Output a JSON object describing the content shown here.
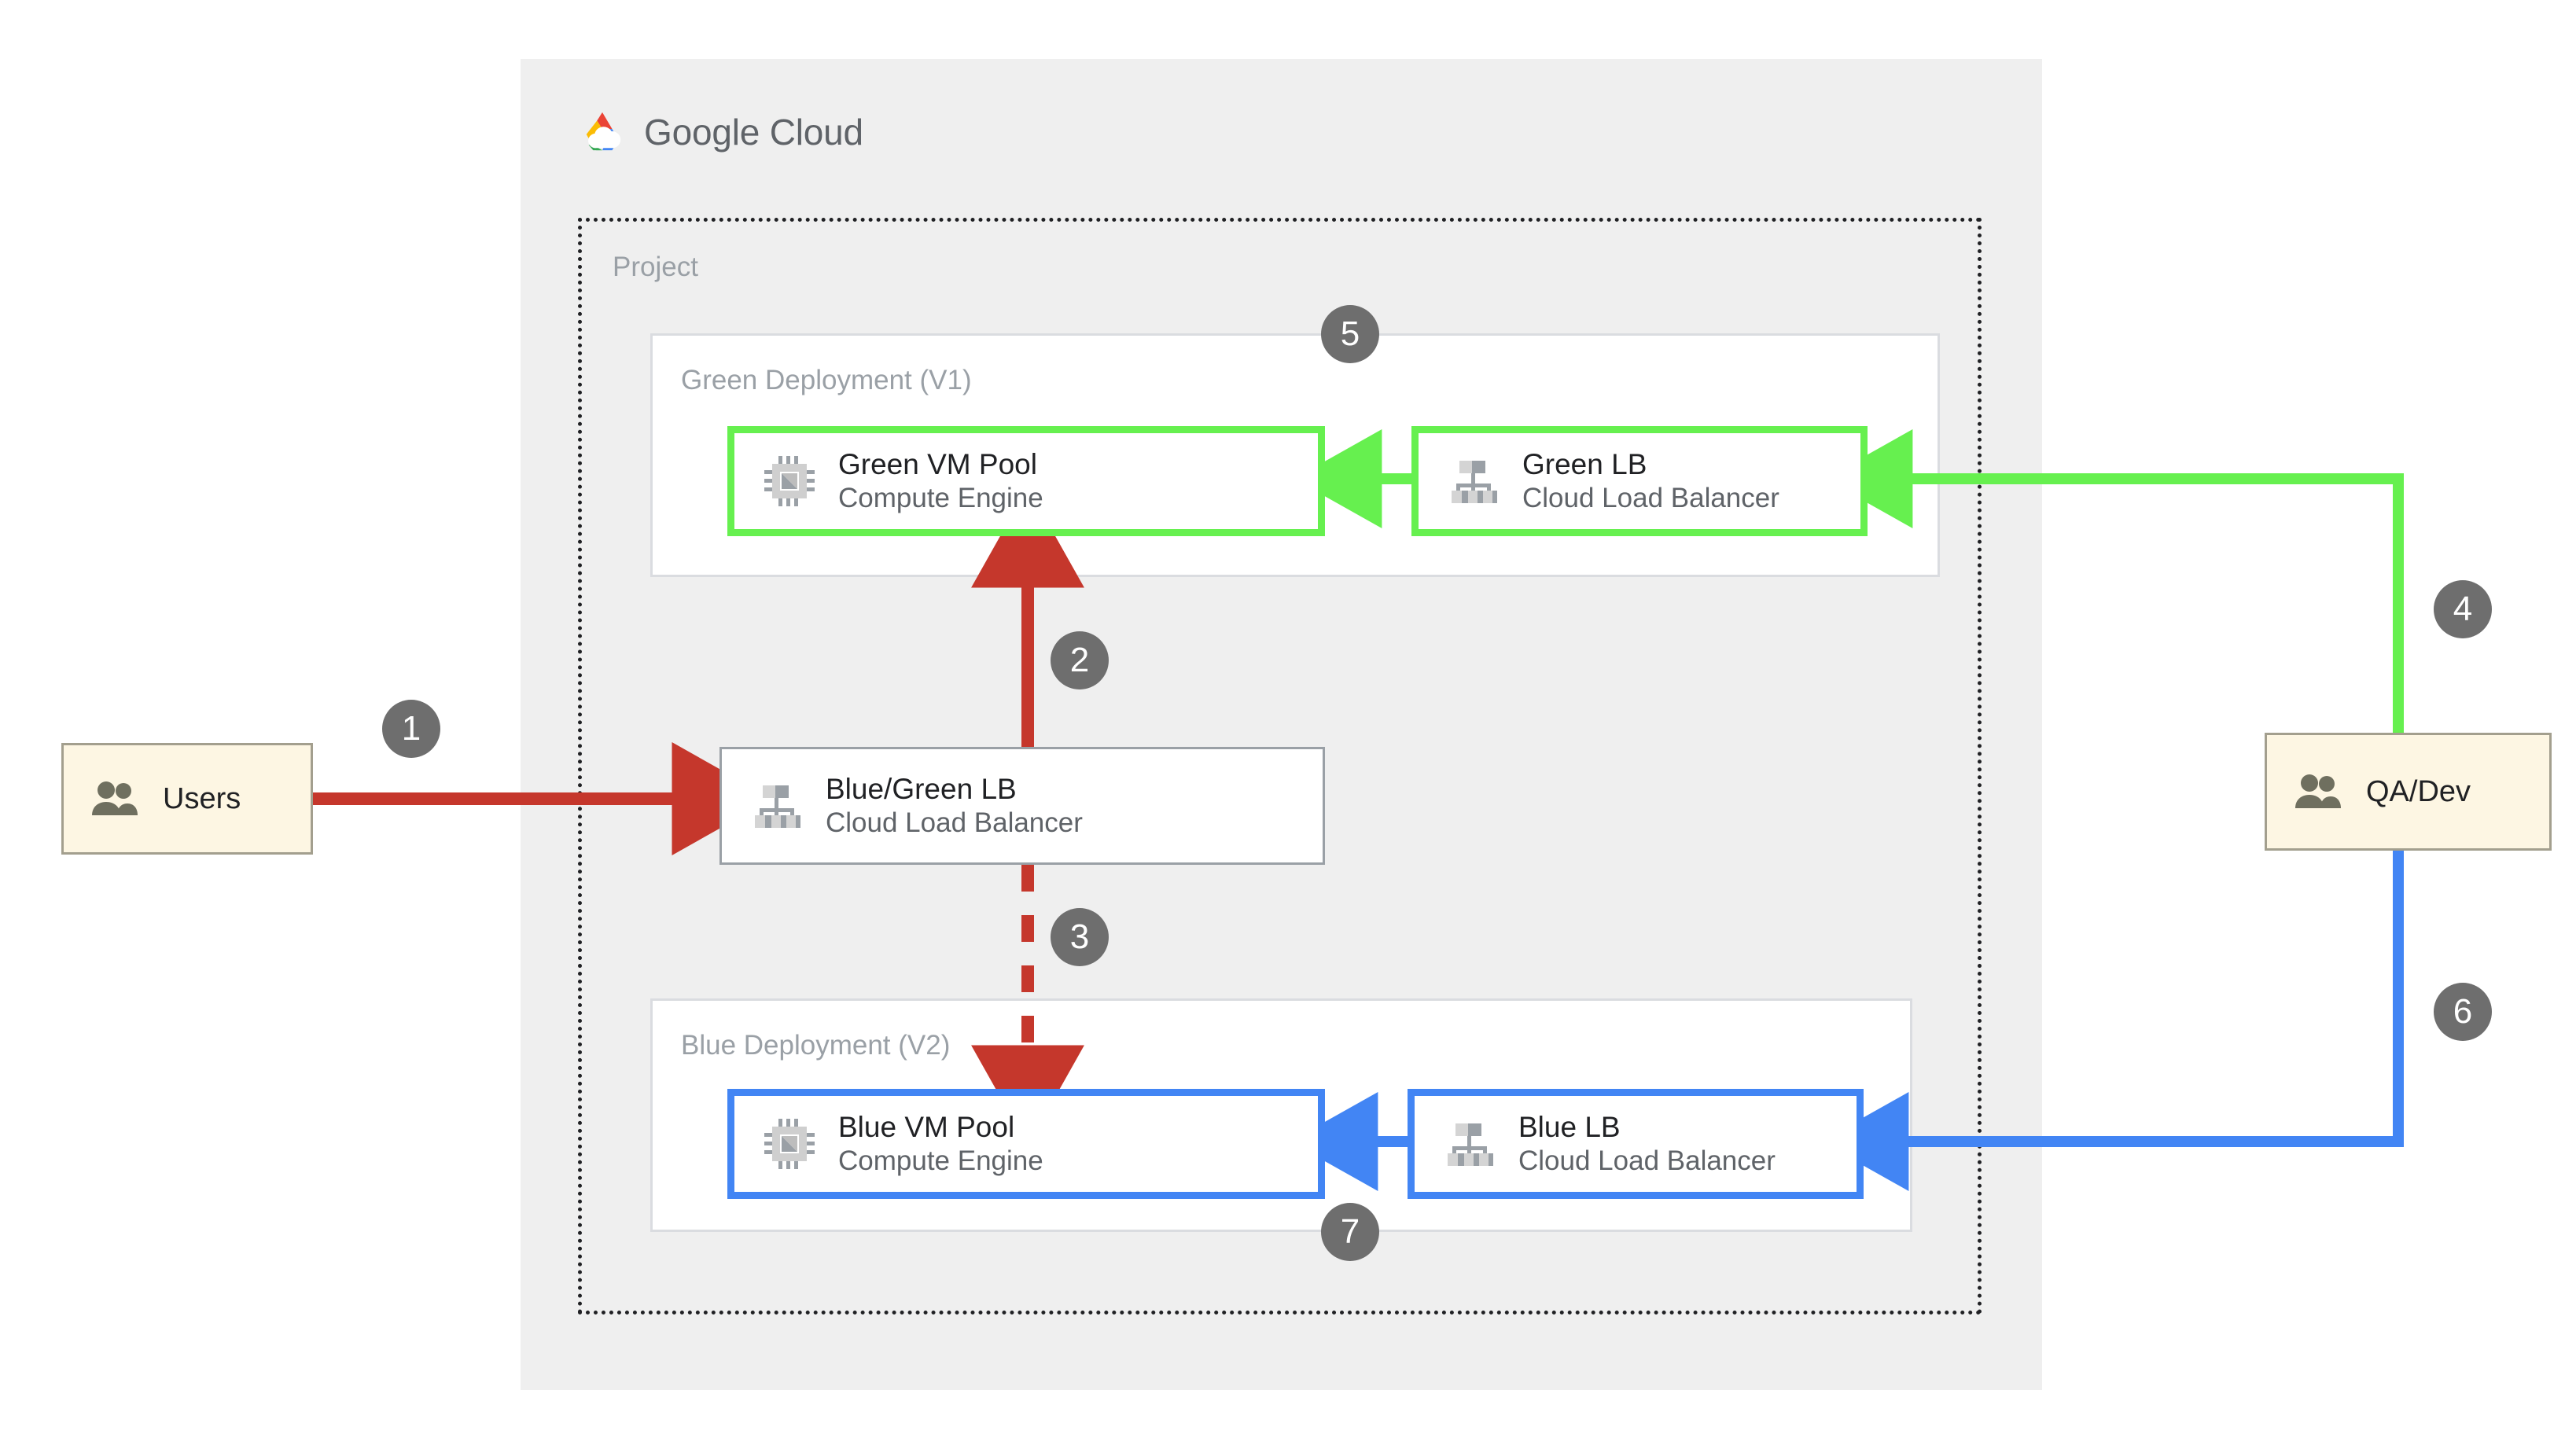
{
  "brand": {
    "name_bold": "Google",
    "name_light": " Cloud",
    "logo_icon": "google-cloud-logo-icon"
  },
  "project": {
    "label": "Project"
  },
  "groups": {
    "green": {
      "label": "Green Deployment (V1)"
    },
    "blue": {
      "label": "Blue Deployment (V2)"
    }
  },
  "nodes": {
    "users": {
      "title": "Users",
      "sub": "",
      "icon": "people-icon"
    },
    "qa_dev": {
      "title": "QA/Dev",
      "sub": "",
      "icon": "people-icon"
    },
    "bg_lb": {
      "title": "Blue/Green LB",
      "sub": "Cloud Load Balancer",
      "icon": "load-balancer-icon"
    },
    "green_vm": {
      "title": "Green VM Pool",
      "sub": "Compute Engine",
      "icon": "compute-engine-icon"
    },
    "green_lb": {
      "title": "Green LB",
      "sub": "Cloud Load Balancer",
      "icon": "load-balancer-icon"
    },
    "blue_vm": {
      "title": "Blue VM Pool",
      "sub": "Compute Engine",
      "icon": "compute-engine-icon"
    },
    "blue_lb": {
      "title": "Blue LB",
      "sub": "Cloud Load Balancer",
      "icon": "load-balancer-icon"
    }
  },
  "steps": [
    {
      "number": "1"
    },
    {
      "number": "2"
    },
    {
      "number": "3"
    },
    {
      "number": "4"
    },
    {
      "number": "5"
    },
    {
      "number": "6"
    },
    {
      "number": "7"
    }
  ],
  "colors": {
    "red": "#c5372c",
    "green": "#66f04f",
    "blue": "#4285f4",
    "badge_gray": "#6e6e6e",
    "panel_gray": "#efefef",
    "label_gray": "#9aa0a6",
    "actor_fill": "#fdf6e3",
    "actor_border": "#a39f8e",
    "icon_gray": "#9aa0a6",
    "icon_gray_light": "#cfcfcf",
    "logo_red": "#ea4335",
    "logo_yellow": "#fbbc04",
    "logo_green": "#34a853",
    "logo_blue": "#4285f4"
  }
}
